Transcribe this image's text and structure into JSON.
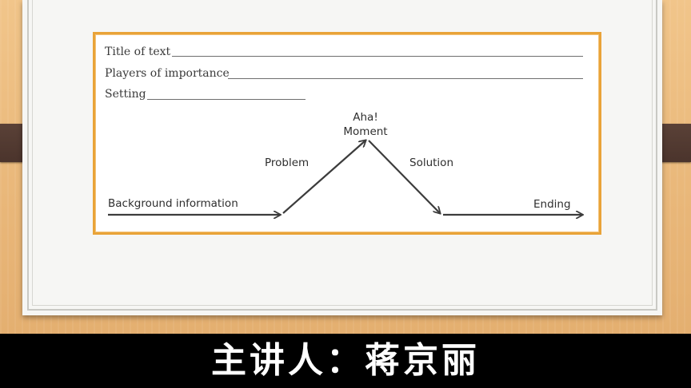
{
  "worksheet": {
    "fields": {
      "title_label": "Title of text",
      "players_label": "Players of importance",
      "setting_label": "Setting"
    },
    "arc": {
      "background": "Background information",
      "problem": "Problem",
      "aha_line1": "Aha!",
      "aha_line2": "Moment",
      "solution": "Solution",
      "ending": "Ending"
    }
  },
  "subtitle": {
    "text": "主讲人：蒋京丽"
  },
  "colors": {
    "board": "#ecbb7d",
    "clip": "#4f372e",
    "sheet_border": "#e9a338",
    "paper": "#f6f6f4"
  }
}
